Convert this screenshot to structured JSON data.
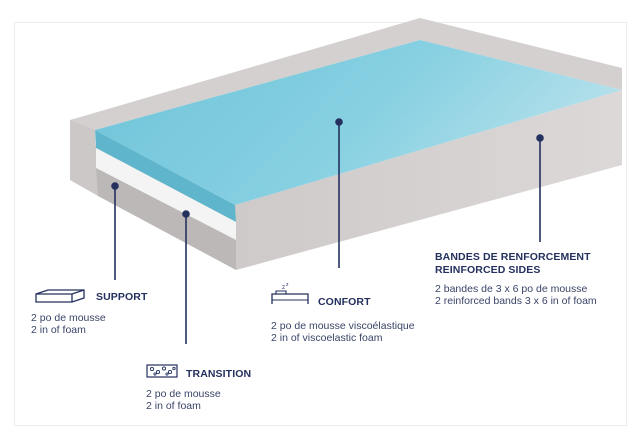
{
  "colors": {
    "navy": "#24305e",
    "foam_blue": "#7ecbde",
    "mattress_grey": "#d6d2d2",
    "border": "#ececec"
  },
  "labels": {
    "support": {
      "title": "SUPPORT",
      "line1": "2 po de mousse",
      "line2": "2 in of foam",
      "icon": "foam-block-icon"
    },
    "transition": {
      "title": "TRANSITION",
      "line1": "2 po de mousse",
      "line2": "2 in of foam",
      "icon": "perforated-foam-icon"
    },
    "confort": {
      "title": "CONFORT",
      "line1": "2 po de mousse viscoélastique",
      "line2": "2 in of viscoelastic foam",
      "icon": "sleeping-bed-icon"
    },
    "reinforced": {
      "title1": "BANDES DE RENFORCEMENT",
      "title2": "REINFORCED SIDES",
      "line1": "2 bandes de 3 x 6 po de mousse",
      "line2": "2 reinforced bands 3 x 6 in of foam"
    }
  }
}
